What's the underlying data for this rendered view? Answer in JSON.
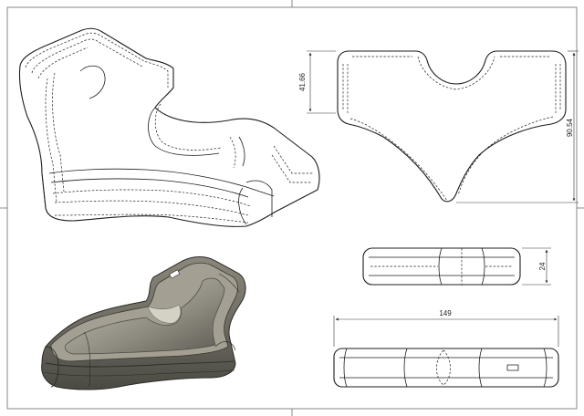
{
  "dimensions": {
    "height_small": "41.66",
    "height_total": "90.54",
    "thickness": "24",
    "width": "149"
  },
  "colors": {
    "shaded_body": "#6f6d63",
    "shaded_light": "#b8b5a8",
    "line": "#1c1c1c"
  }
}
